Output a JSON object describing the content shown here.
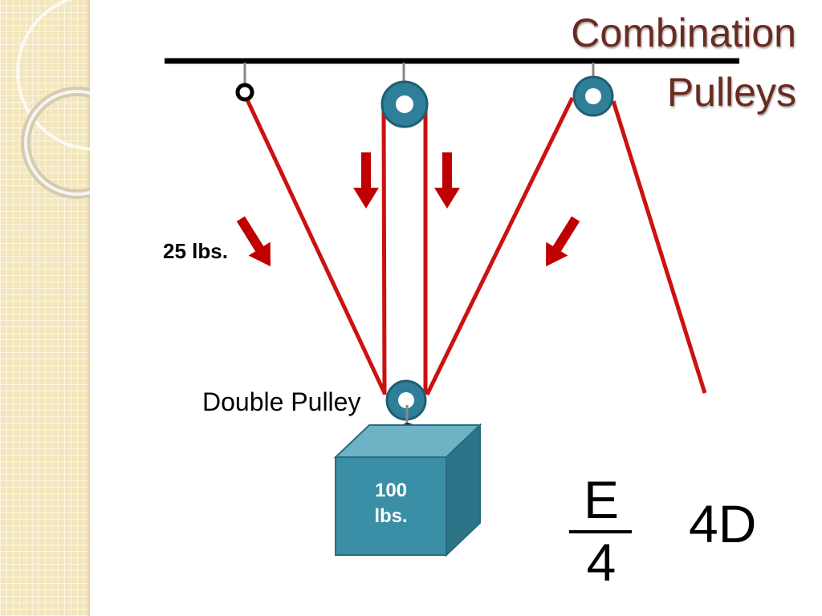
{
  "title": {
    "line1": "Combination",
    "line2": "Pulleys"
  },
  "labels": {
    "force": "25 lbs.",
    "double_pulley": "Double Pulley"
  },
  "weight": {
    "line1": "100",
    "line2": "lbs."
  },
  "formula": {
    "numerator": "E",
    "denominator": "4",
    "result": "4D"
  },
  "colors": {
    "title": "#6b2a20",
    "rope": "#cc1111",
    "arrow": "#c00000",
    "pulley": "#2f7f99",
    "weight_front": "#3a8fa6",
    "weight_top": "#6db3c5",
    "weight_side": "#2c7487",
    "ceiling": "#000000",
    "side_panel": "#f3e6bd"
  },
  "icons": {
    "arrow": "down-arrow-icon",
    "pulley": "pulley-wheel-icon",
    "anchor": "anchor-ring-icon"
  }
}
